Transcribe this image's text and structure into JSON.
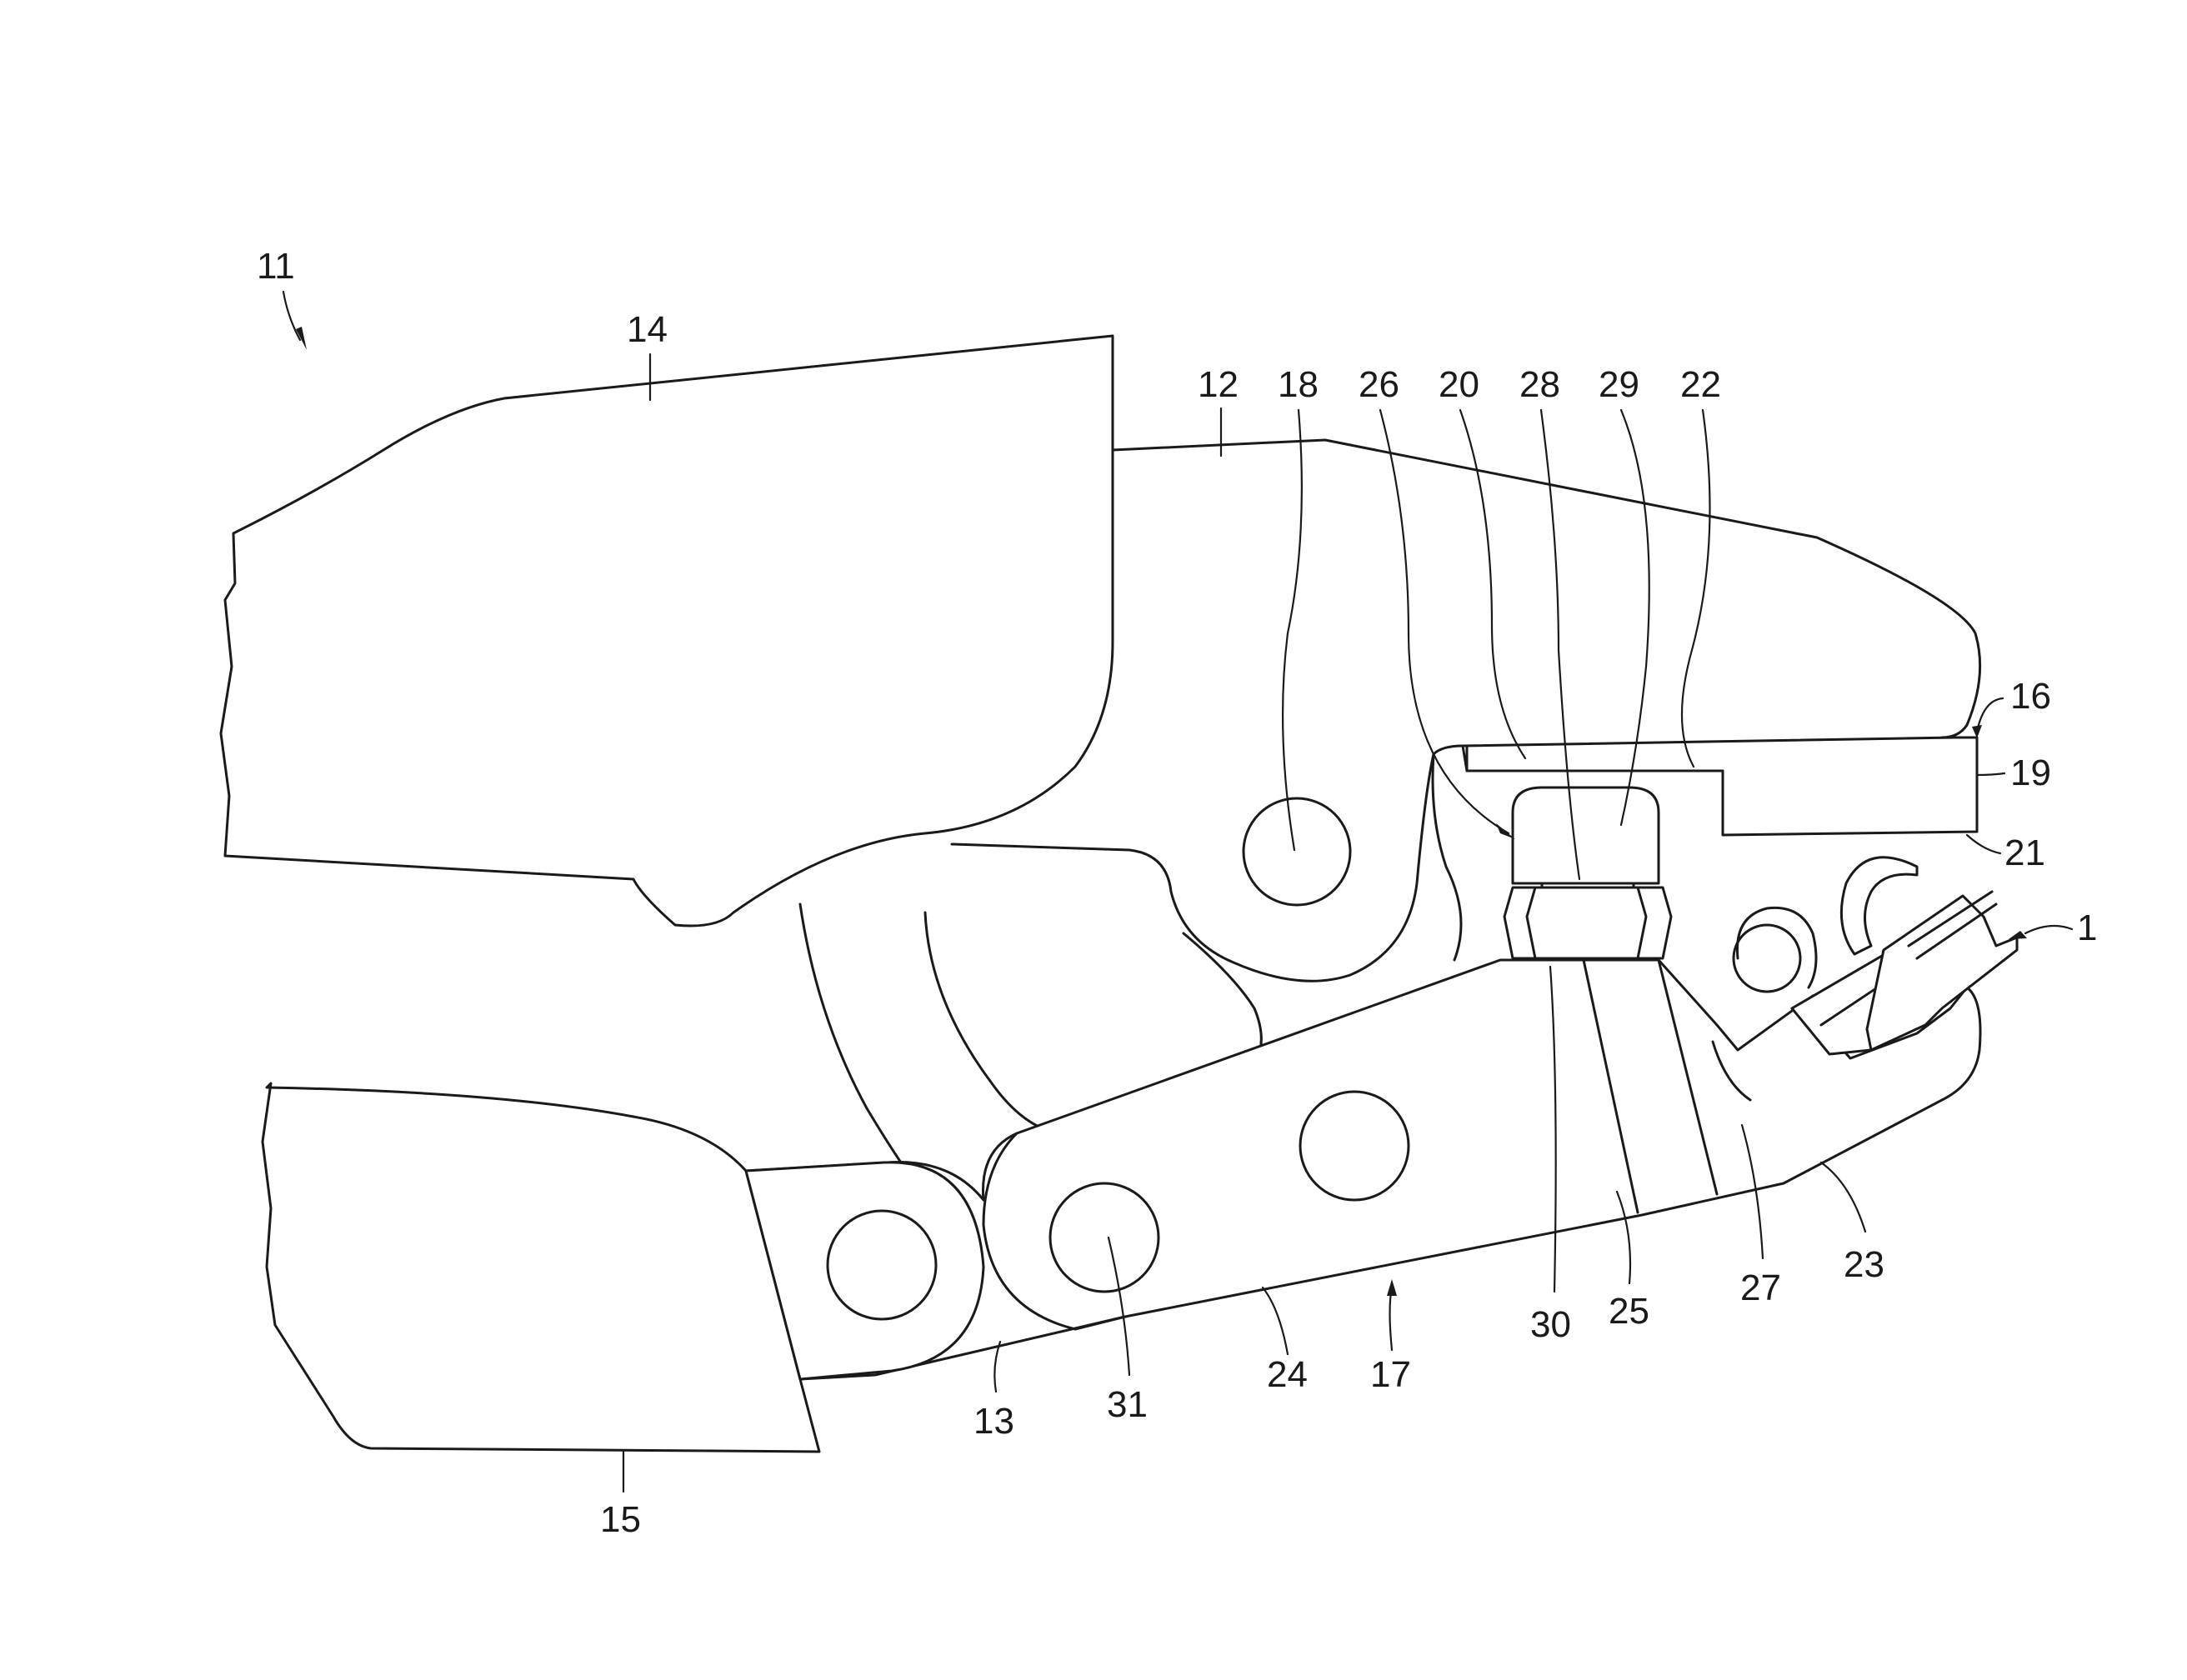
{
  "figure": {
    "reference_numerals": {
      "tool_overall": "11",
      "upper_handle": "14",
      "upper_jaw": "12",
      "pivot_pin_18": "18",
      "arrow_26": "26",
      "ref_20": "20",
      "ref_28": "28",
      "ref_29": "29",
      "ref_22": "22",
      "jaw_tip_16": "16",
      "die_19": "19",
      "ref_21": "21",
      "workpiece_1": "1",
      "lower_jaw_13": "13",
      "lower_handle_15": "15",
      "ref_31": "31",
      "ref_24": "24",
      "lower_jaw_17": "17",
      "ref_30": "30",
      "ref_25": "25",
      "ref_27": "27",
      "ref_23": "23"
    }
  }
}
